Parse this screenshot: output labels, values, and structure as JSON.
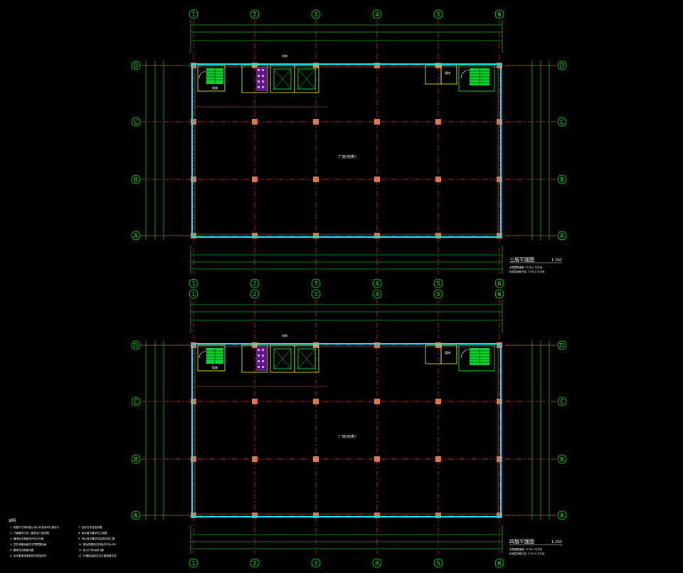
{
  "drawing": {
    "col_labels": [
      "1",
      "2",
      "3",
      "4",
      "5",
      "6"
    ],
    "row_labels": [
      "D",
      "C",
      "B",
      "A"
    ],
    "plans": [
      {
        "title": "三层平面图",
        "scale": "1:150",
        "room_label": "厂房(丙类)",
        "stair_label": "楼梯",
        "elevator_label": "电梯",
        "note_lines": [
          "本层建筑面积 1776.0 平方米",
          "标准层消防分区 1776.0 平方米"
        ]
      },
      {
        "title": "四层平面图",
        "scale": "1:150",
        "room_label": "厂房(丙类)",
        "stair_label": "楼梯",
        "elevator_label": "电梯",
        "note_lines": [
          "本层建筑面积 1776.0 平方米",
          "标准层消防分区 1776.0 平方米"
        ]
      }
    ],
    "notes": {
      "heading": "说明",
      "left_lines": [
        "1. 本图尺寸除标高以米计外其余均以毫米计",
        "2. 门窗编号详见门窗表及门窗详图",
        "3. 墙体除注明者外均为200厚",
        "4. 卫生间楼地面低于同层楼地面",
        "5. 楼梯详见楼梯详图",
        "6. 未尽事宜按国家现行规范执行"
      ],
      "right_lines": [
        "7. 柱定位详见结构图",
        "8. 雨水管位置详见立面图",
        "9. 消火栓位置详见给排水施工图",
        "10. 窗台高度除注明者外均为900",
        "11. 防火门均设闭门器",
        "12. 外墙保温做法详见建筑做法表"
      ]
    },
    "colors": {
      "background": "#000000",
      "grid_axis": "#ff2a2a",
      "axis_bubble": "#00ff00",
      "dimension": "#00ff00",
      "wall": "#00e5ff",
      "column": "#e0754a",
      "stair": "#00ff33",
      "room_frame": "#ffff00",
      "toilet": "#d060ff",
      "text": "#ffffff"
    }
  }
}
